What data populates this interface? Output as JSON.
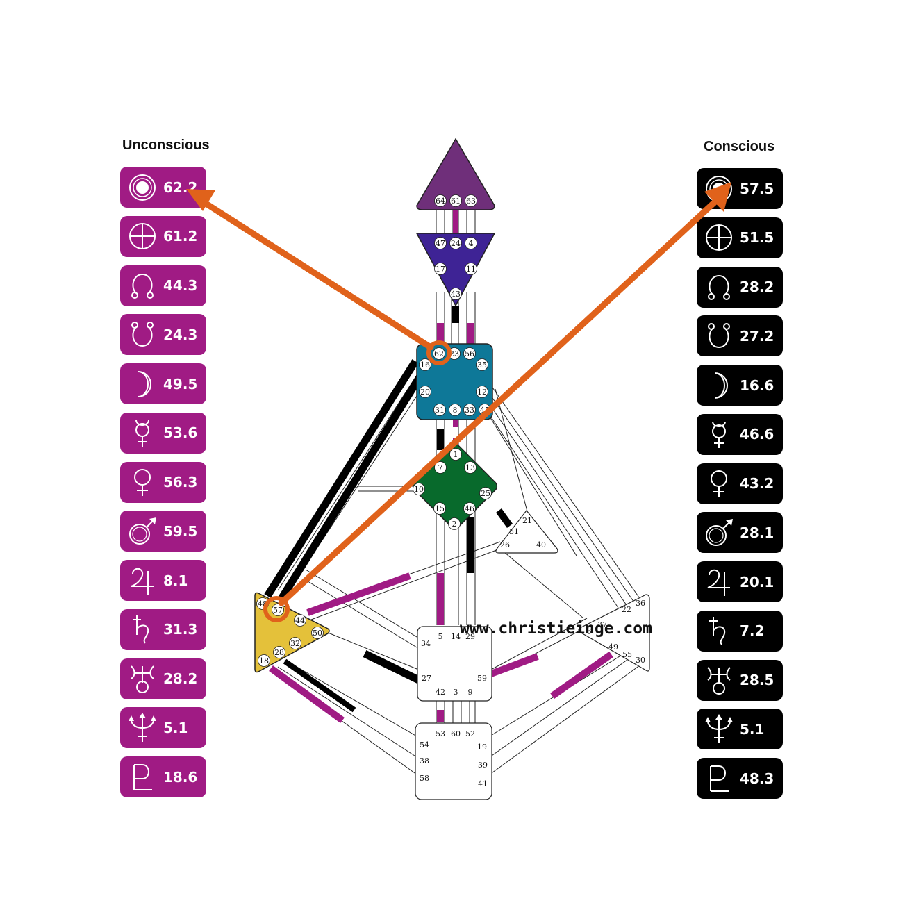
{
  "headers": {
    "unconscious": "Unconscious",
    "conscious": "Conscious"
  },
  "colors": {
    "unconscious": "#a01b84",
    "conscious": "#000000",
    "arrow": "#e0621b",
    "head": "#6f2f7a",
    "ajna": "#3e2395",
    "throat": "#0e7898",
    "g": "#086a2c",
    "spleen": "#e4c13a"
  },
  "planets": [
    {
      "name": "sun-icon",
      "unconscious": "62.2",
      "conscious": "57.5"
    },
    {
      "name": "earth-icon",
      "unconscious": "61.2",
      "conscious": "51.5"
    },
    {
      "name": "north-node-icon",
      "unconscious": "44.3",
      "conscious": "28.2"
    },
    {
      "name": "south-node-icon",
      "unconscious": "24.3",
      "conscious": "27.2"
    },
    {
      "name": "moon-icon",
      "unconscious": "49.5",
      "conscious": "16.6"
    },
    {
      "name": "mercury-icon",
      "unconscious": "53.6",
      "conscious": "46.6"
    },
    {
      "name": "venus-icon",
      "unconscious": "56.3",
      "conscious": "43.2"
    },
    {
      "name": "mars-icon",
      "unconscious": "59.5",
      "conscious": "28.1"
    },
    {
      "name": "jupiter-icon",
      "unconscious": "8.1",
      "conscious": "20.1"
    },
    {
      "name": "saturn-icon",
      "unconscious": "31.3",
      "conscious": "7.2"
    },
    {
      "name": "uranus-icon",
      "unconscious": "28.2",
      "conscious": "28.5"
    },
    {
      "name": "neptune-icon",
      "unconscious": "5.1",
      "conscious": "5.1"
    },
    {
      "name": "pluto-icon",
      "unconscious": "18.6",
      "conscious": "48.3"
    }
  ],
  "centers": {
    "head": [
      "64",
      "61",
      "63"
    ],
    "ajna": [
      "47",
      "24",
      "4",
      "17",
      "11",
      "43"
    ],
    "throat": [
      "62",
      "23",
      "56",
      "16",
      "35",
      "20",
      "12",
      "31",
      "8",
      "33",
      "45"
    ],
    "g": [
      "1",
      "7",
      "13",
      "10",
      "25",
      "15",
      "46",
      "2"
    ],
    "ego": [
      "21",
      "51",
      "26",
      "40"
    ],
    "spleen": [
      "48",
      "57",
      "44",
      "50",
      "32",
      "28",
      "18"
    ],
    "sacral": [
      "5",
      "14",
      "29",
      "34",
      "27",
      "59",
      "42",
      "3",
      "9"
    ],
    "solar": [
      "36",
      "22",
      "37",
      "6",
      "49",
      "55",
      "30"
    ],
    "root": [
      "53",
      "60",
      "52",
      "54",
      "19",
      "38",
      "39",
      "58",
      "41"
    ]
  },
  "watermark": "www.christieinge.com"
}
